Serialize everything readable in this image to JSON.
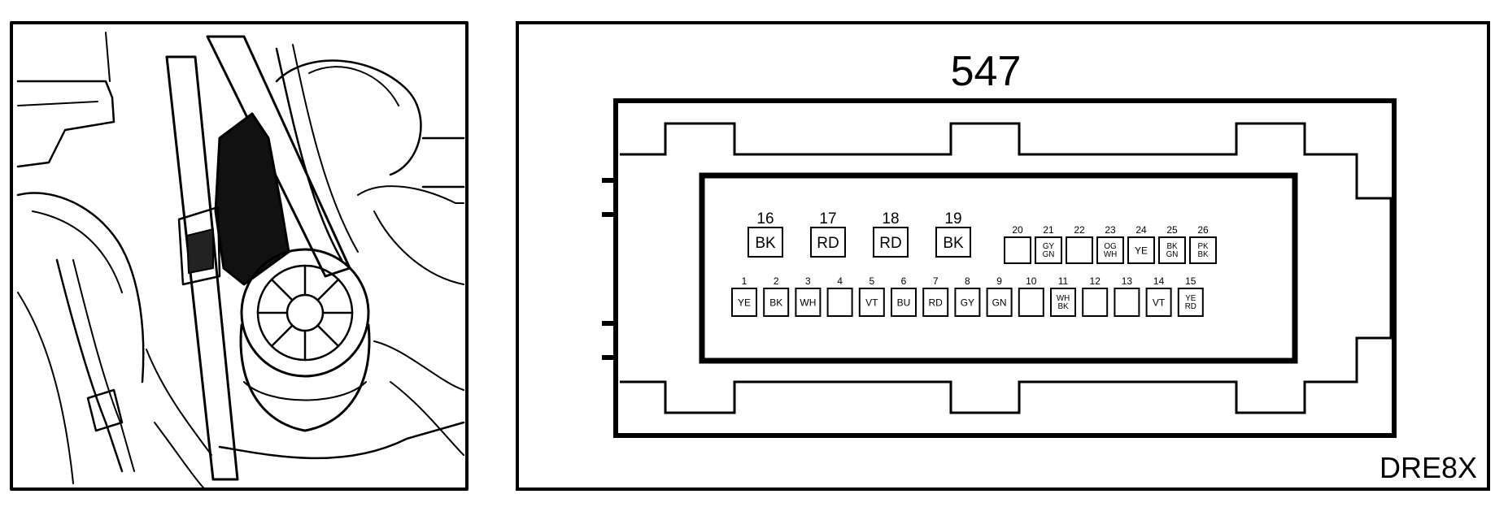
{
  "connector": {
    "number": "547",
    "ref_code": "DRE8X"
  },
  "pins_top": [
    {
      "num": "16",
      "color": "BK"
    },
    {
      "num": "17",
      "color": "RD"
    },
    {
      "num": "18",
      "color": "RD"
    },
    {
      "num": "19",
      "color": "BK"
    },
    {
      "num": "20",
      "color": ""
    },
    {
      "num": "21",
      "color": "GY GN"
    },
    {
      "num": "22",
      "color": ""
    },
    {
      "num": "23",
      "color": "OG WH"
    },
    {
      "num": "24",
      "color": "YE"
    },
    {
      "num": "25",
      "color": "BK GN"
    },
    {
      "num": "26",
      "color": "PK BK"
    }
  ],
  "pins_bottom": [
    {
      "num": "1",
      "color": "YE"
    },
    {
      "num": "2",
      "color": "BK"
    },
    {
      "num": "3",
      "color": "WH"
    },
    {
      "num": "4",
      "color": ""
    },
    {
      "num": "5",
      "color": "VT"
    },
    {
      "num": "6",
      "color": "BU"
    },
    {
      "num": "7",
      "color": "RD"
    },
    {
      "num": "8",
      "color": "GY"
    },
    {
      "num": "9",
      "color": "GN"
    },
    {
      "num": "10",
      "color": ""
    },
    {
      "num": "11",
      "color": "WH BK"
    },
    {
      "num": "12",
      "color": ""
    },
    {
      "num": "13",
      "color": ""
    },
    {
      "num": "14",
      "color": "VT"
    },
    {
      "num": "15",
      "color": "YE RD"
    }
  ]
}
